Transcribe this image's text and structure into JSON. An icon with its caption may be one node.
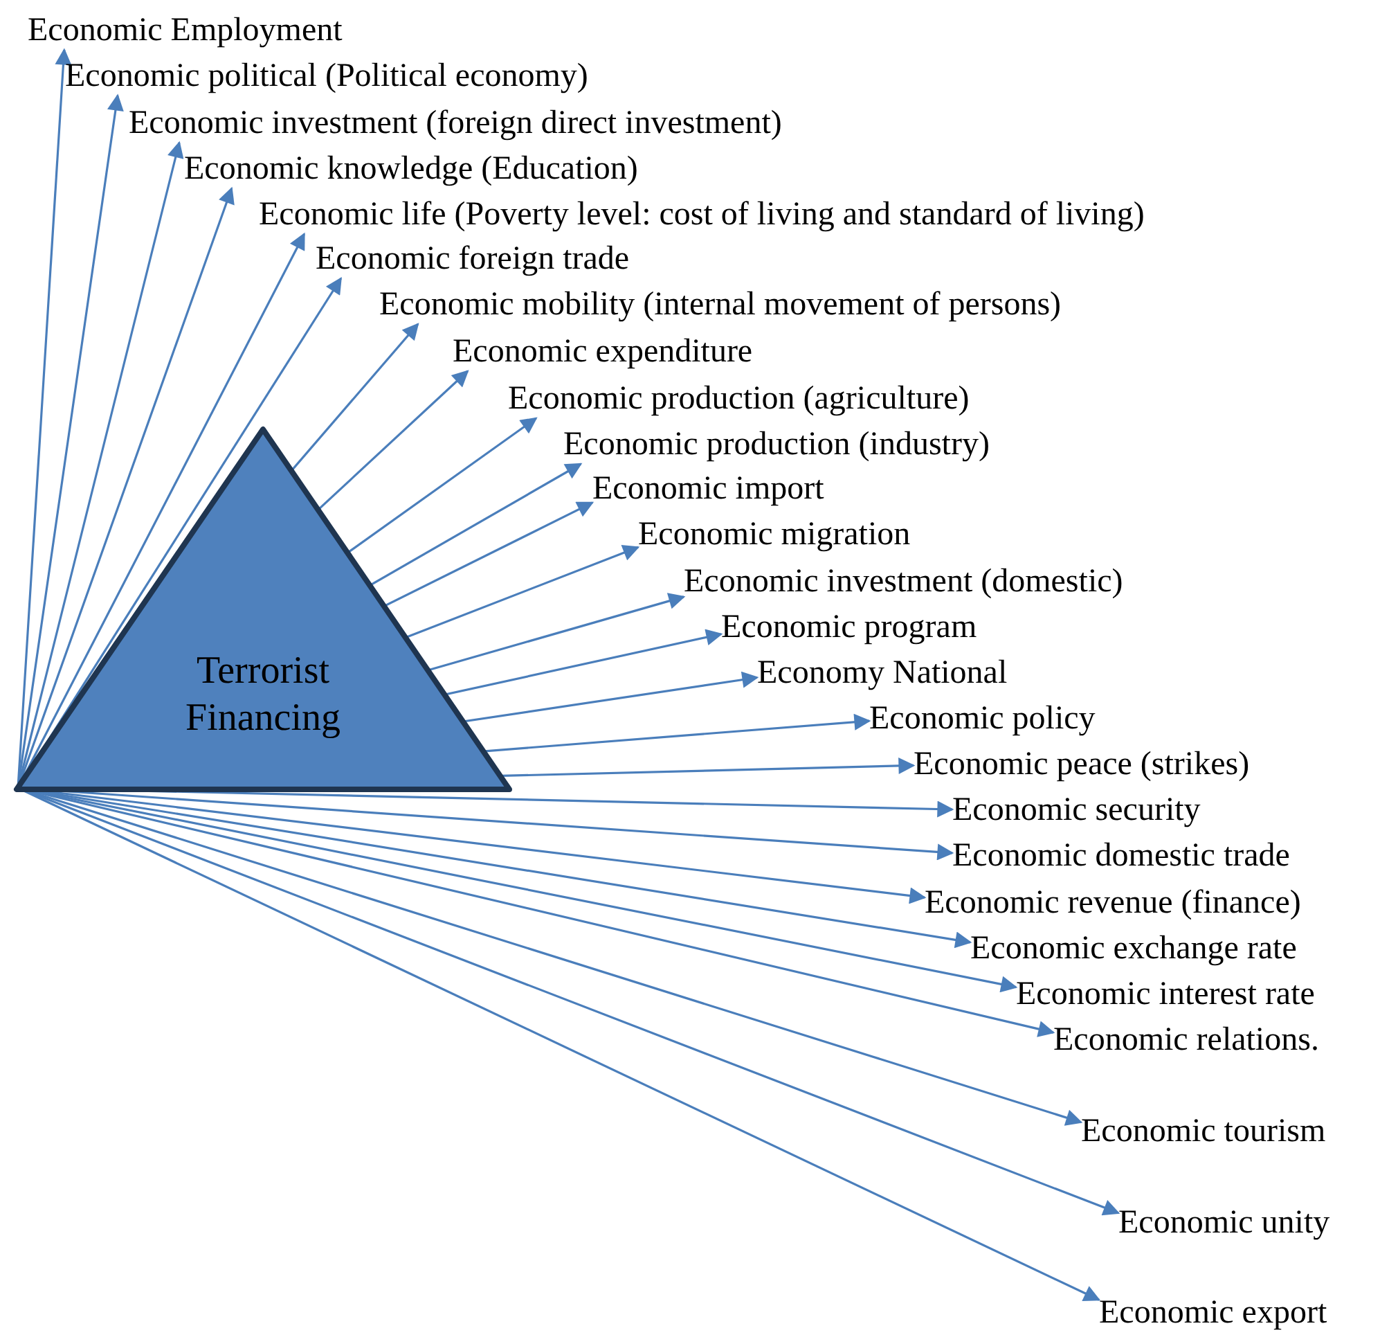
{
  "diagram": {
    "nodes": [
      {
        "text": [
          "Terrorist Financing"
        ]
      },
      {
        "text": [
          "Economic Employment"
        ]
      },
      {
        "text": [
          "Economic political (Political economy)"
        ]
      },
      {
        "text": [
          "Economic investment (foreign direct investment)"
        ]
      },
      {
        "text": [
          "Economic knowledge (Education)"
        ]
      },
      {
        "text": [
          "Economic life (Poverty level: cost of living and standard of living)"
        ]
      },
      {
        "text": [
          "Economic foreign trade"
        ]
      },
      {
        "text": [
          "Economic mobility (internal movement of persons)"
        ]
      },
      {
        "text": [
          "Economic expenditure"
        ]
      },
      {
        "text": [
          "Economic production (agriculture)"
        ]
      },
      {
        "text": [
          "Economic production (industry)"
        ]
      },
      {
        "text": [
          "Economic import"
        ]
      },
      {
        "text": [
          "Economic migration"
        ]
      },
      {
        "text": [
          "Economic investment (domestic)"
        ]
      },
      {
        "text": [
          "Economic program"
        ]
      },
      {
        "text": [
          "Economy National"
        ]
      },
      {
        "text": [
          "Economic policy"
        ]
      },
      {
        "text": [
          "Economic peace (strikes)"
        ]
      },
      {
        "text": [
          "Economic security"
        ]
      },
      {
        "text": [
          "Economic domestic trade"
        ]
      },
      {
        "text": [
          "Economic revenue (finance)"
        ]
      },
      {
        "text": [
          "Economic exchange rate"
        ]
      },
      {
        "text": [
          "Economic interest rate"
        ]
      },
      {
        "text": [
          "Economic relations."
        ]
      },
      {
        "text": [
          "Economic tourism"
        ]
      },
      {
        "text": [
          "Economic unity"
        ]
      },
      {
        "text": [
          "Economic export"
        ]
      }
    ],
    "edges": [
      {
        "from": 0,
        "to": 1,
        "arrow": "to"
      },
      {
        "from": 0,
        "to": 2,
        "arrow": "to"
      },
      {
        "from": 0,
        "to": 3,
        "arrow": "to"
      },
      {
        "from": 0,
        "to": 4,
        "arrow": "to"
      },
      {
        "from": 0,
        "to": 5,
        "arrow": "to"
      },
      {
        "from": 0,
        "to": 6,
        "arrow": "to"
      },
      {
        "from": 0,
        "to": 7,
        "arrow": "to"
      },
      {
        "from": 0,
        "to": 8,
        "arrow": "to"
      },
      {
        "from": 0,
        "to": 9,
        "arrow": "to"
      },
      {
        "from": 0,
        "to": 10,
        "arrow": "to"
      },
      {
        "from": 0,
        "to": 11,
        "arrow": "to"
      },
      {
        "from": 0,
        "to": 12,
        "arrow": "to"
      },
      {
        "from": 0,
        "to": 13,
        "arrow": "to"
      },
      {
        "from": 0,
        "to": 14,
        "arrow": "to"
      },
      {
        "from": 0,
        "to": 15,
        "arrow": "to"
      },
      {
        "from": 0,
        "to": 16,
        "arrow": "to"
      },
      {
        "from": 0,
        "to": 17,
        "arrow": "to"
      },
      {
        "from": 0,
        "to": 18,
        "arrow": "to"
      },
      {
        "from": 0,
        "to": 19,
        "arrow": "to"
      },
      {
        "from": 0,
        "to": 20,
        "arrow": "to"
      },
      {
        "from": 0,
        "to": 21,
        "arrow": "to"
      },
      {
        "from": 0,
        "to": 22,
        "arrow": "to"
      },
      {
        "from": 0,
        "to": 23,
        "arrow": "to"
      },
      {
        "from": 0,
        "to": 24,
        "arrow": "to"
      },
      {
        "from": 0,
        "to": 25,
        "arrow": "to"
      },
      {
        "from": 0,
        "to": 26,
        "arrow": "to"
      }
    ]
  }
}
